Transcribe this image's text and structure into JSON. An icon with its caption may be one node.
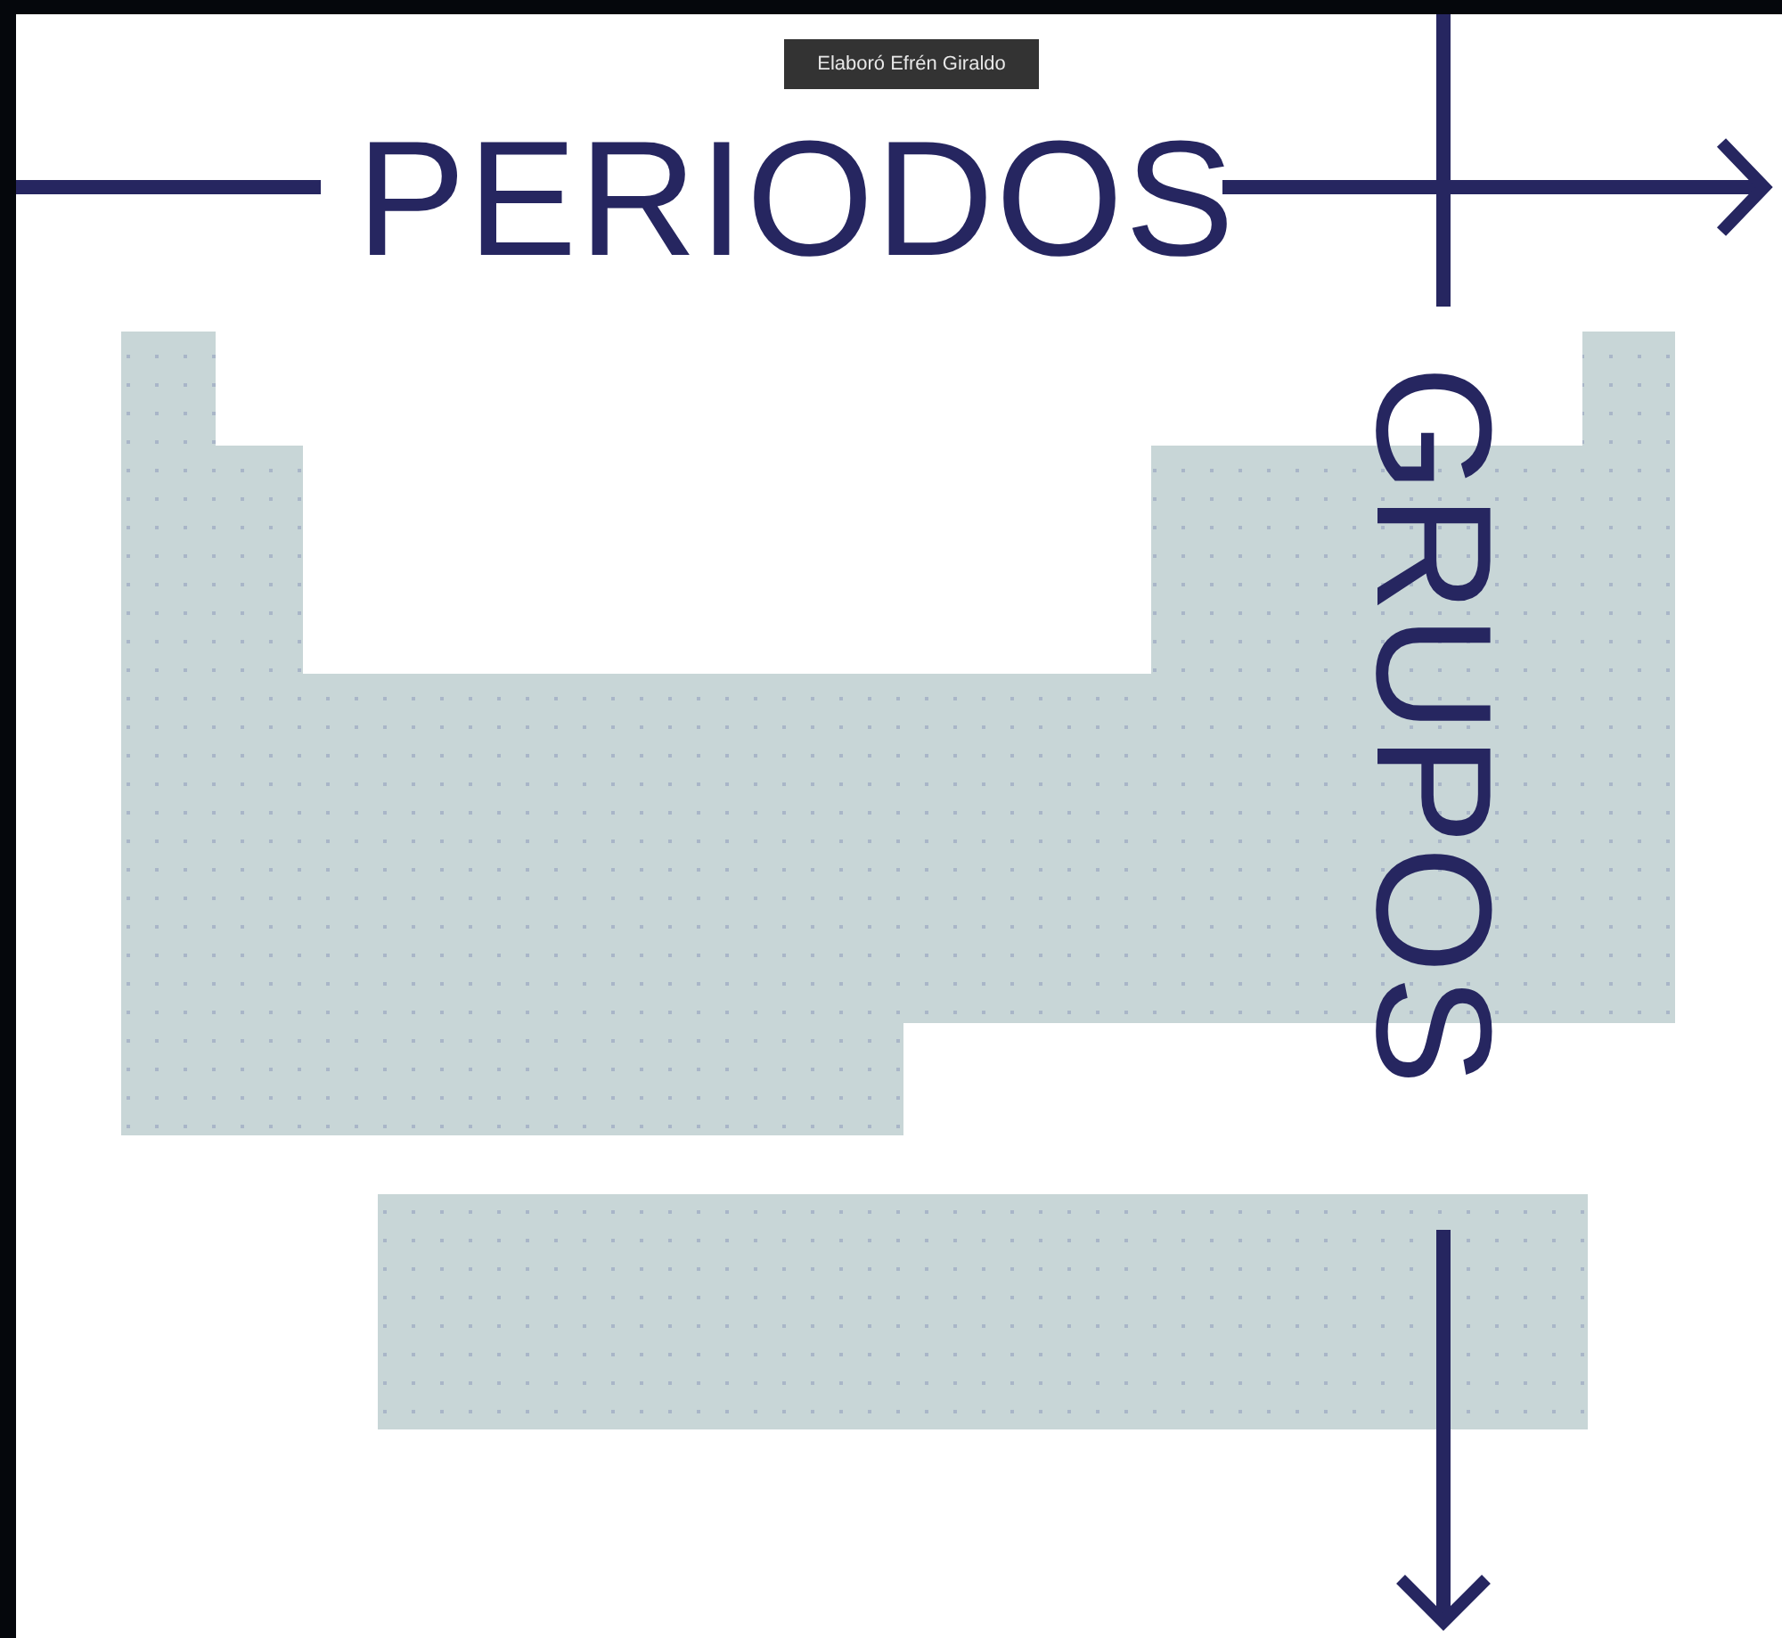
{
  "diagram": {
    "labels": [
      "Elaboró Efrén Giraldo",
      "PERIODOS",
      "GRUPOS"
    ]
  }
}
